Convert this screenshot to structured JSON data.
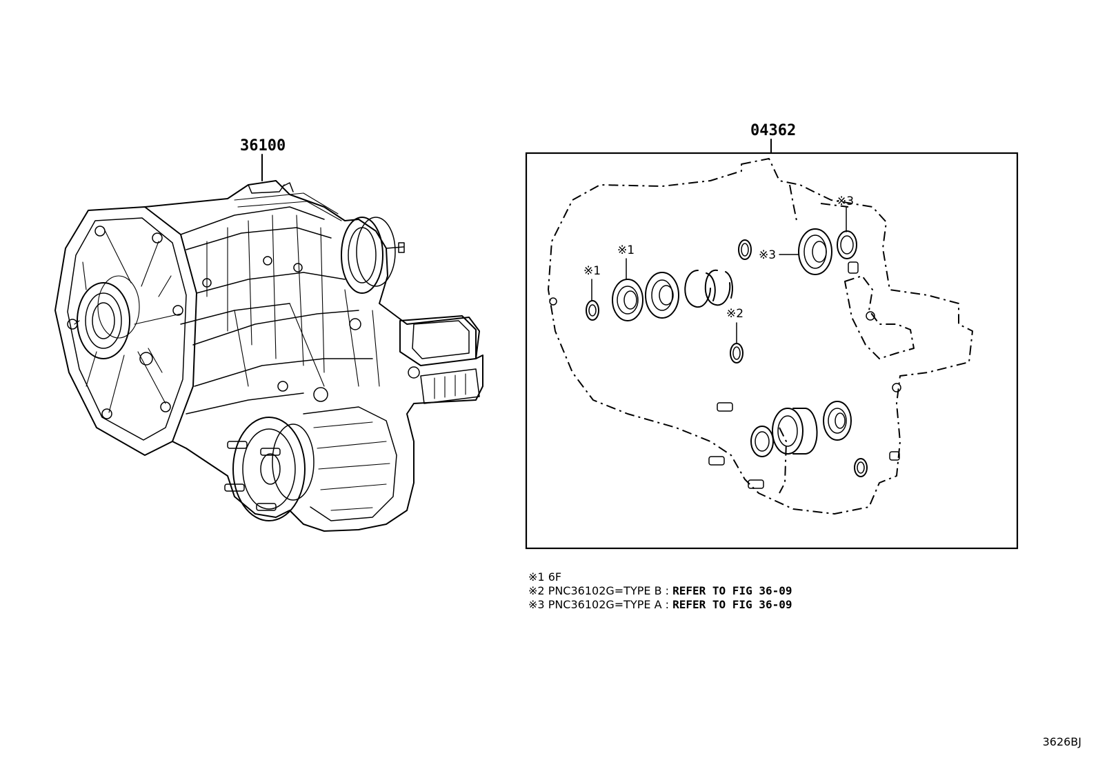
{
  "labels": {
    "assembly_part_no": "36100",
    "kit_part_no": "04362",
    "mark_1": "※1",
    "mark_2": "※2",
    "mark_3": "※3"
  },
  "notes": [
    {
      "mark": "※1",
      "text": "6F",
      "refer": ""
    },
    {
      "mark": "※2",
      "text": "PNC36102G=TYPE B : ",
      "refer": "REFER TO FIG 36-09"
    },
    {
      "mark": "※3",
      "text": "PNC36102G=TYPE A : ",
      "refer": "REFER TO FIG 36-09"
    }
  ],
  "figure_code": "3626BJ"
}
